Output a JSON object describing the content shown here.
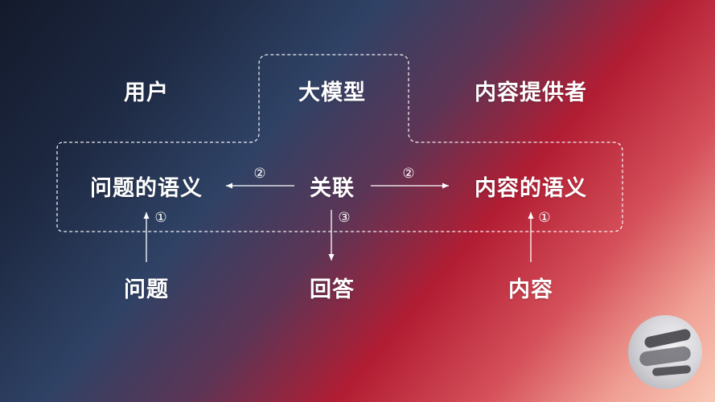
{
  "top": {
    "user": "用户",
    "model": "大模型",
    "provider": "内容提供者"
  },
  "middle": {
    "question_semantics": "问题的语义",
    "association": "关联",
    "content_semantics": "内容的语义"
  },
  "bottom": {
    "question": "问题",
    "answer": "回答",
    "content": "内容"
  },
  "steps": {
    "left_top": "②",
    "right_top": "②",
    "left_bottom": "①",
    "center_bottom": "③",
    "right_bottom": "①"
  }
}
